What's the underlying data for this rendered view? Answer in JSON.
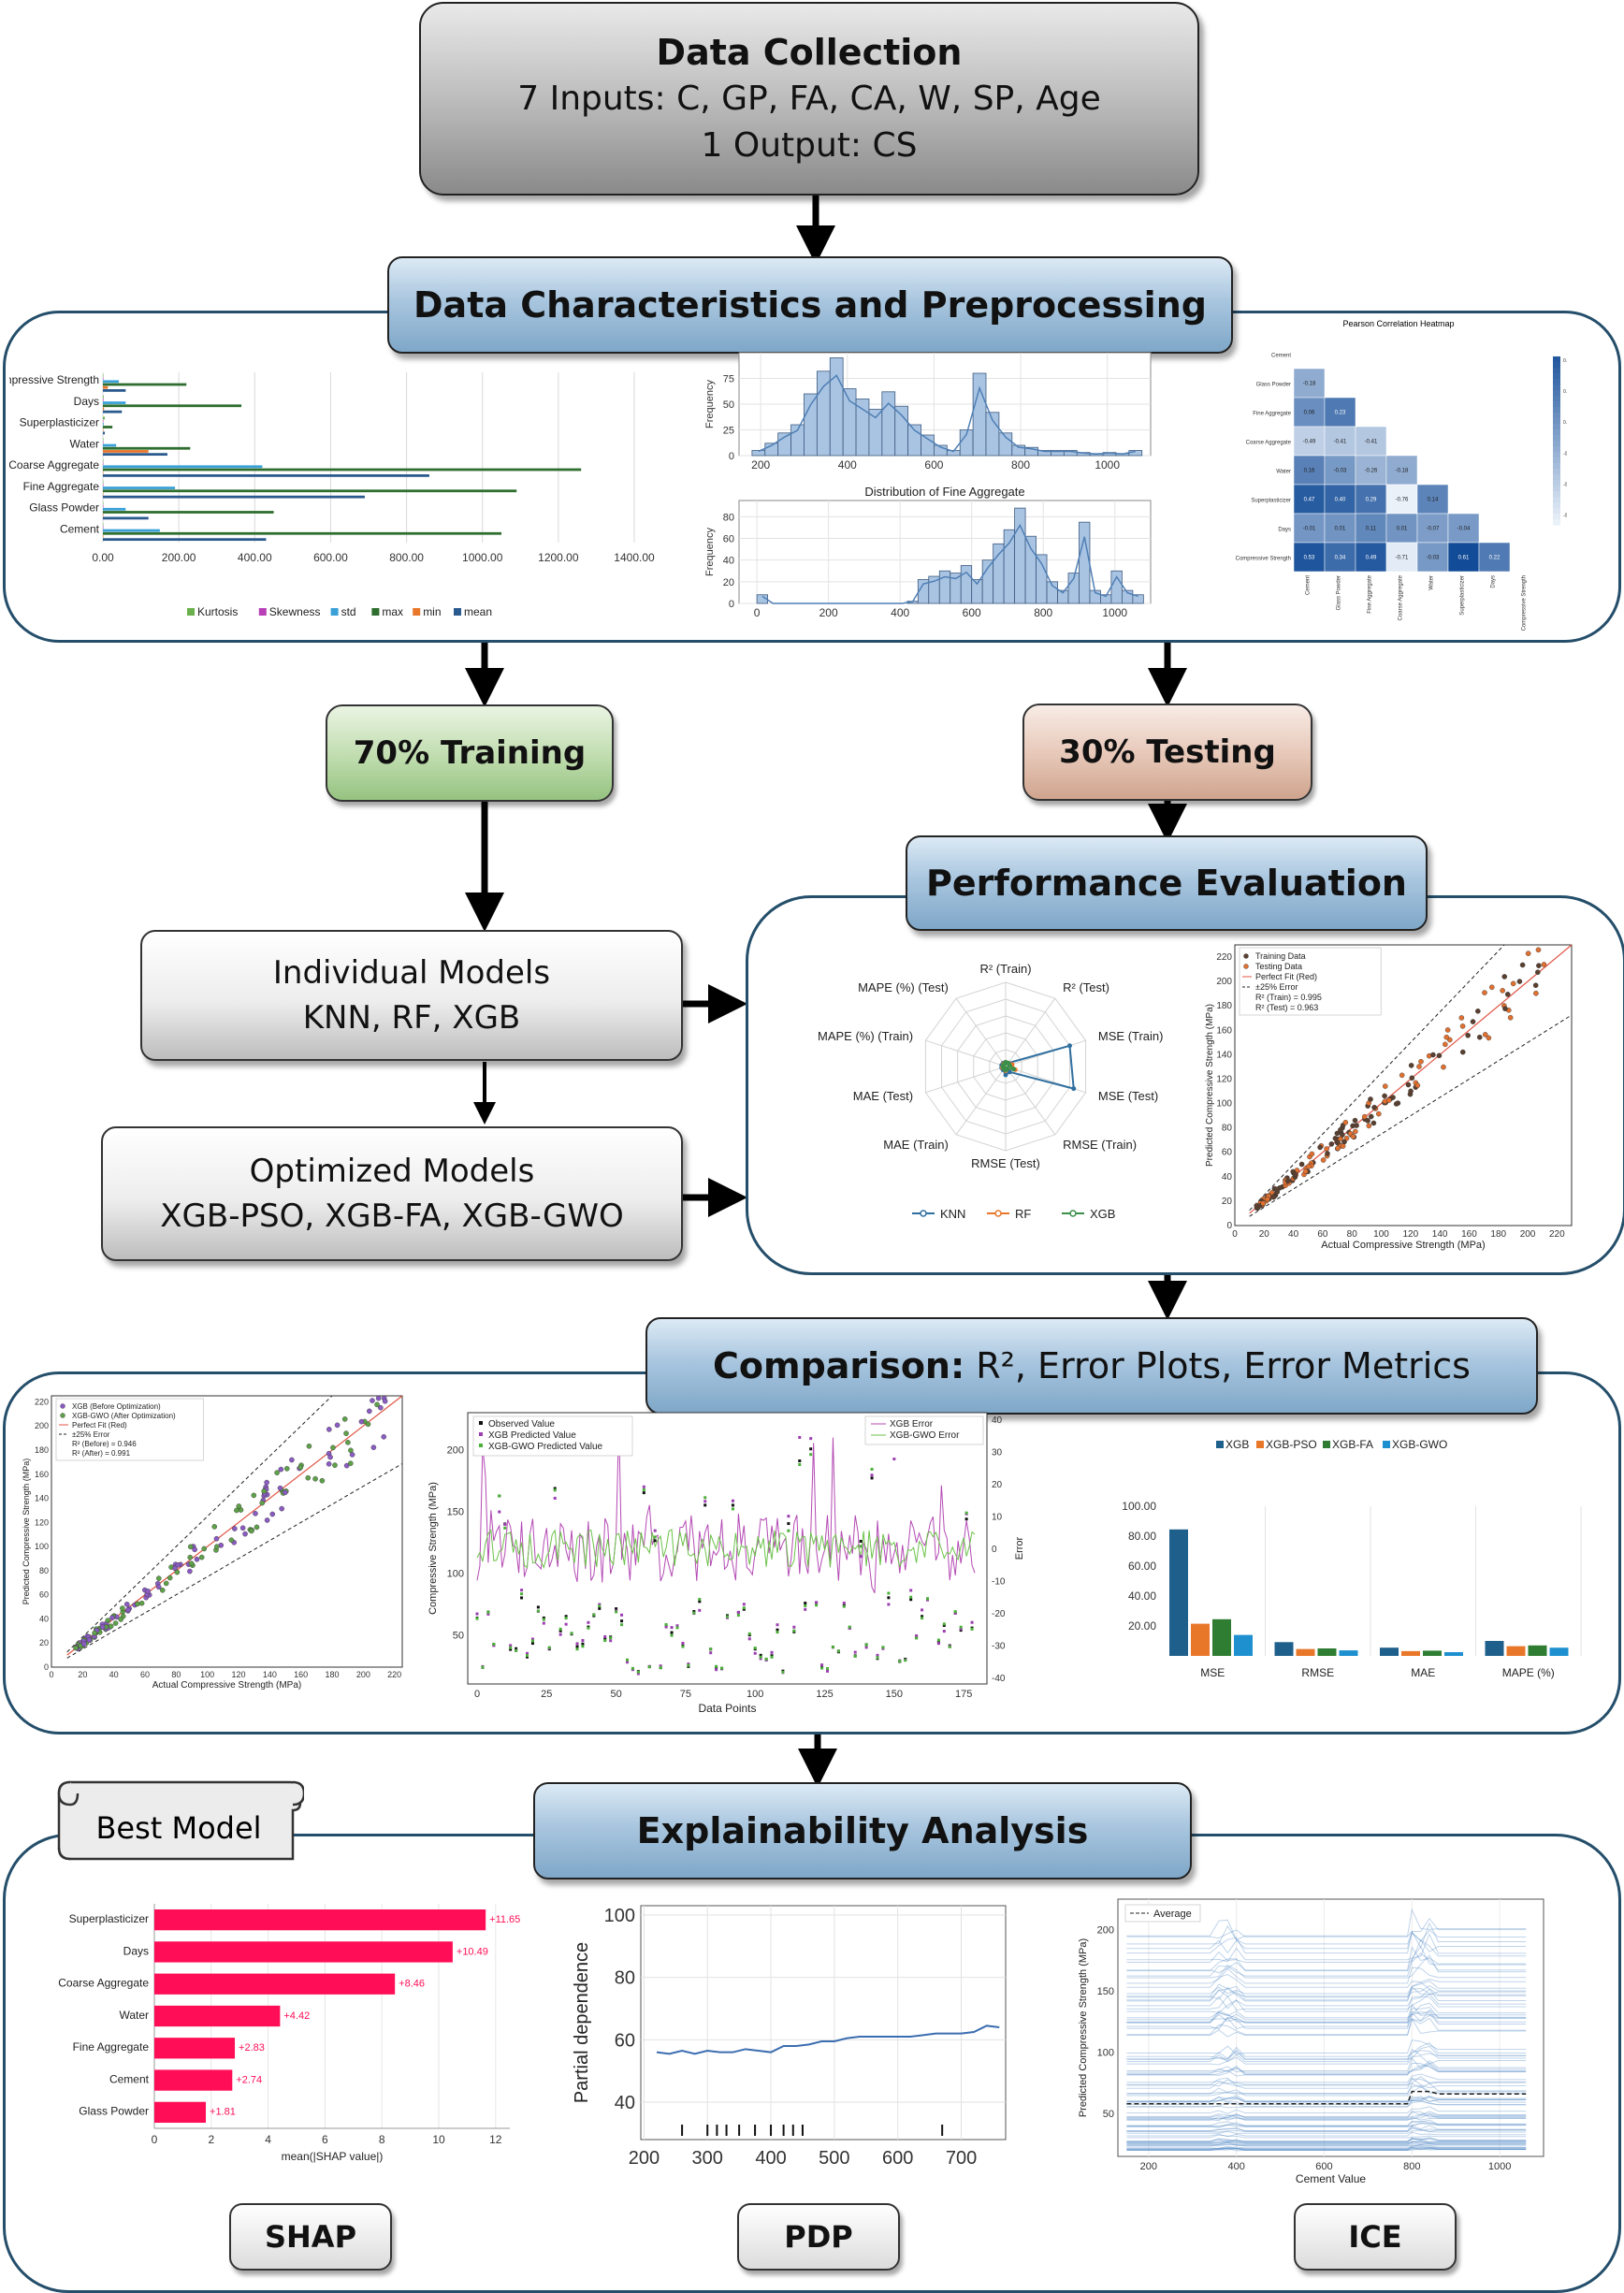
{
  "top": {
    "title": "Data Collection",
    "line1": "7 Inputs: C, GP, FA, CA, W, SP, Age",
    "line2": "1 Output: CS"
  },
  "preprocess": {
    "header": "Data Characteristics and Preprocessing",
    "stats_chart": {
      "type": "bar",
      "categories": [
        "Compressive Strength",
        "Days",
        "Superplasticizer",
        "Water",
        "Coarse Aggregate",
        "Fine Aggregate",
        "Glass Powder",
        "Cement"
      ],
      "series": [
        {
          "name": "Kurtosis",
          "color": "#6ab04c",
          "values": [
            0.5,
            2,
            5,
            1,
            -0.5,
            -0.5,
            -0.5,
            -0.5
          ]
        },
        {
          "name": "Skewness",
          "color": "#b83fb8",
          "values": [
            0.6,
            1.5,
            1.2,
            0.3,
            -0.3,
            -0.4,
            0.5,
            0.4
          ]
        },
        {
          "name": "std",
          "color": "#3aa1d8",
          "values": [
            42,
            60,
            2,
            35,
            420,
            190,
            60,
            150
          ]
        },
        {
          "name": "max",
          "color": "#2e6e2e",
          "values": [
            220,
            365,
            25,
            230,
            1260,
            1090,
            450,
            1050
          ]
        },
        {
          "name": "min",
          "color": "#e8772a",
          "values": [
            13,
            3,
            0,
            120,
            0,
            0,
            0,
            0
          ]
        },
        {
          "name": "mean",
          "color": "#2b5a8e",
          "values": [
            60,
            50,
            5,
            170,
            860,
            690,
            120,
            430
          ]
        }
      ],
      "xticks": [
        "0.00",
        "200.00",
        "400.00",
        "600.00",
        "800.00",
        "1000.00",
        "1200.00",
        "1400.00"
      ],
      "xlim": [
        0,
        1400
      ]
    },
    "hist_top": {
      "type": "bar",
      "ylabel": "Frequency",
      "xticks": [
        "200",
        "400",
        "600",
        "800",
        "1000"
      ],
      "yticks": [
        "0",
        "25",
        "50",
        "75"
      ],
      "bins_x": [
        180,
        210,
        240,
        270,
        300,
        330,
        360,
        390,
        420,
        450,
        480,
        510,
        540,
        570,
        600,
        630,
        660,
        690,
        720,
        750,
        780,
        810,
        840,
        870,
        900,
        930,
        960,
        990,
        1020,
        1050
      ],
      "values": [
        5,
        12,
        22,
        30,
        60,
        82,
        95,
        65,
        55,
        45,
        62,
        48,
        30,
        20,
        10,
        5,
        25,
        80,
        42,
        22,
        10,
        8,
        5,
        5,
        5,
        3,
        2,
        3,
        2,
        5
      ]
    },
    "hist_bottom": {
      "type": "bar",
      "title": "Distribution of Fine Aggregate",
      "ylabel": "Frequency",
      "xticks": [
        "0",
        "200",
        "400",
        "600",
        "800",
        "1000"
      ],
      "yticks": [
        "0",
        "20",
        "40",
        "60",
        "80"
      ],
      "bins_x": [
        0,
        30,
        60,
        90,
        120,
        150,
        180,
        210,
        240,
        270,
        300,
        330,
        360,
        390,
        420,
        450,
        480,
        510,
        540,
        570,
        600,
        630,
        660,
        690,
        720,
        750,
        780,
        810,
        840,
        870,
        900,
        930,
        960,
        990,
        1020,
        1050
      ],
      "values": [
        8,
        0,
        0,
        0,
        0,
        0,
        0,
        0,
        0,
        0,
        0,
        0,
        0,
        0,
        2,
        22,
        25,
        30,
        28,
        35,
        22,
        40,
        55,
        68,
        88,
        62,
        45,
        20,
        12,
        28,
        75,
        12,
        8,
        30,
        12,
        8
      ]
    },
    "heatmap": {
      "type": "heatmap",
      "title": "Pearson Correlation Heatmap",
      "labels": [
        "Cement",
        "Glass Powder",
        "Fine Aggregate",
        "Coarse Aggregate",
        "Water",
        "Superplasticizer",
        "Days",
        "Compressive Strength"
      ],
      "values": [
        [
          null,
          null,
          null,
          null,
          null,
          null,
          null,
          null
        ],
        [
          -0.18,
          null,
          null,
          null,
          null,
          null,
          null,
          null
        ],
        [
          0.06,
          0.23,
          null,
          null,
          null,
          null,
          null,
          null
        ],
        [
          -0.49,
          -0.41,
          -0.41,
          null,
          null,
          null,
          null,
          null
        ],
        [
          0.16,
          -0.03,
          -0.26,
          -0.18,
          null,
          null,
          null,
          null
        ],
        [
          0.47,
          0.4,
          0.29,
          -0.76,
          0.14,
          null,
          null,
          null
        ],
        [
          -0.01,
          0.01,
          0.11,
          0.01,
          -0.07,
          -0.04,
          null,
          null
        ],
        [
          0.53,
          0.34,
          0.49,
          -0.71,
          -0.03,
          0.61,
          0.22,
          null
        ]
      ],
      "colorbar_ticks": [
        "0.4",
        "0.2",
        "0.0",
        "-0.2",
        "-0.4",
        "-0.6"
      ]
    }
  },
  "split": {
    "train": "70% Training",
    "test": "30% Testing"
  },
  "models": {
    "individual_title": "Individual Models",
    "individual_list": "KNN, RF, XGB",
    "optimized_title": "Optimized Models",
    "optimized_list": "XGB-PSO, XGB-FA, XGB-GWO"
  },
  "evaluation": {
    "header": "Performance Evaluation",
    "radar": {
      "type": "radar",
      "axes": [
        "R² (Train)",
        "R² (Test)",
        "MSE (Train)",
        "MSE (Test)",
        "RMSE (Train)",
        "RMSE (Test)",
        "MAE (Train)",
        "MAE (Test)",
        "MAPE (%) (Train)",
        "MAPE (%) (Test)"
      ],
      "series": [
        {
          "name": "KNN",
          "color": "#2f6f9f",
          "values": [
            0.05,
            0.05,
            0.8,
            0.85,
            0.08,
            0.1,
            0.05,
            0.05,
            0.05,
            0.05
          ]
        },
        {
          "name": "RF",
          "color": "#e8772a",
          "values": [
            0.05,
            0.05,
            0.08,
            0.12,
            0.03,
            0.05,
            0.03,
            0.04,
            0.03,
            0.04
          ]
        },
        {
          "name": "XGB",
          "color": "#3a8f4a",
          "values": [
            0.05,
            0.05,
            0.05,
            0.1,
            0.03,
            0.04,
            0.03,
            0.03,
            0.03,
            0.03
          ]
        }
      ]
    },
    "scatter": {
      "type": "scatter",
      "legend": [
        "Training Data",
        "Testing Data",
        "Perfect Fit (Red)",
        "±25% Error",
        "R² (Train) = 0.995",
        "R² (Test) = 0.963"
      ],
      "xlabel": "Actual Compressive Strength (MPa)",
      "ylabel": "Predicted Compressive Strength (MPa)",
      "xticks": [
        "0",
        "20",
        "40",
        "60",
        "80",
        "100",
        "120",
        "140",
        "160",
        "180",
        "200",
        "220"
      ],
      "yticks": [
        "0",
        "20",
        "40",
        "60",
        "80",
        "100",
        "120",
        "140",
        "160",
        "180",
        "200",
        "220"
      ],
      "xlim": [
        0,
        230
      ],
      "ylim": [
        0,
        230
      ]
    }
  },
  "comparison": {
    "header_bold": "Comparison:",
    "header_rest": " R², Error Plots, Error Metrics",
    "scatter": {
      "type": "scatter",
      "legend": [
        "XGB (Before Optimization)",
        "XGB-GWO (After Optimization)",
        "Perfect Fit (Red)",
        "±25% Error",
        "R² (Before) = 0.946",
        "R² (After) = 0.991"
      ],
      "xlabel": "Actual Compressive Strength (MPa)",
      "ylabel": "Predicted Compressive Strength (MPa)",
      "xticks": [
        "0",
        "20",
        "40",
        "60",
        "80",
        "100",
        "120",
        "140",
        "160",
        "180",
        "200",
        "220"
      ],
      "yticks": [
        "0",
        "20",
        "40",
        "60",
        "80",
        "100",
        "120",
        "140",
        "160",
        "180",
        "200",
        "220"
      ],
      "xlim": [
        0,
        225
      ],
      "ylim": [
        0,
        225
      ]
    },
    "line_chart": {
      "type": "line",
      "legend_left": [
        "Observed Value",
        "XGB Predicted Value",
        "XGB-GWO Predicted Value"
      ],
      "legend_right": [
        "XGB Error",
        "XGB-GWO Error"
      ],
      "xlabel": "Data Points",
      "ylabel": "Compressive Strength (MPa)",
      "ylabel_right": "Error",
      "xticks": [
        "0",
        "25",
        "50",
        "75",
        "100",
        "125",
        "150",
        "175"
      ],
      "yticks": [
        "50",
        "100",
        "150",
        "200"
      ],
      "yticks_right": [
        "40",
        "30",
        "20",
        "10",
        "0",
        "-10",
        "-20",
        "-30",
        "-40"
      ]
    },
    "metrics": {
      "type": "bar",
      "categories": [
        "MSE",
        "RMSE",
        "MAE",
        "MAPE (%)"
      ],
      "series": [
        {
          "name": "XGB",
          "color": "#1f5f8b",
          "values": [
            84.5,
            9.2,
            5.5,
            10.0
          ]
        },
        {
          "name": "XGB-PSO",
          "color": "#e8772a",
          "values": [
            21.5,
            4.6,
            3.2,
            6.5
          ]
        },
        {
          "name": "XGB-FA",
          "color": "#2e7d32",
          "values": [
            24.5,
            5.0,
            3.5,
            7.0
          ]
        },
        {
          "name": "XGB-GWO",
          "color": "#1e90d0",
          "values": [
            14.0,
            3.7,
            2.5,
            5.5
          ]
        }
      ],
      "yticks": [
        "20.00",
        "40.00",
        "60.00",
        "80.00",
        "100.00"
      ],
      "ylim": [
        0,
        100
      ]
    }
  },
  "explain": {
    "best_model": "Best Model",
    "header": "Explainability Analysis",
    "shap": {
      "type": "bar",
      "categories": [
        "Superplasticizer",
        "Days",
        "Coarse Aggregate",
        "Water",
        "Fine Aggregate",
        "Cement",
        "Glass Powder"
      ],
      "values": [
        11.65,
        10.49,
        8.46,
        4.42,
        2.83,
        2.74,
        1.81
      ],
      "labels": [
        "+11.65",
        "+10.49",
        "+8.46",
        "+4.42",
        "+2.83",
        "+2.74",
        "+1.81"
      ],
      "xticks": [
        "0",
        "2",
        "4",
        "6",
        "8",
        "10",
        "12"
      ],
      "xlabel": "mean(|SHAP value|)",
      "xlim": [
        0,
        12.5
      ]
    },
    "pdp": {
      "type": "line",
      "ylabel": "Partial dependence",
      "xticks": [
        "200",
        "300",
        "400",
        "500",
        "600",
        "700"
      ],
      "yticks": [
        "40",
        "60",
        "80",
        "100"
      ],
      "x": [
        220,
        240,
        260,
        280,
        300,
        320,
        340,
        360,
        380,
        400,
        420,
        440,
        460,
        480,
        500,
        520,
        540,
        560,
        580,
        600,
        620,
        640,
        660,
        680,
        700,
        720,
        740,
        760
      ],
      "y": [
        56,
        55.5,
        56.5,
        55.5,
        56.5,
        56,
        56,
        57,
        56.5,
        56,
        58,
        58,
        58.5,
        59.5,
        59.5,
        60.5,
        61,
        61,
        61,
        61,
        61,
        61.5,
        62,
        62,
        62,
        62.5,
        64.5,
        64
      ],
      "rug": [
        260,
        300,
        315,
        330,
        350,
        375,
        400,
        420,
        435,
        450,
        670
      ]
    },
    "ice": {
      "type": "line",
      "legend": "Average",
      "xlabel": "Cement Value",
      "ylabel": "Predicted Compressive Strength (MPa)",
      "xticks": [
        "200",
        "400",
        "600",
        "800",
        "1000"
      ],
      "yticks": [
        "50",
        "100",
        "150",
        "200"
      ]
    },
    "tags": {
      "shap": "SHAP",
      "pdp": "PDP",
      "ice": "ICE"
    }
  }
}
